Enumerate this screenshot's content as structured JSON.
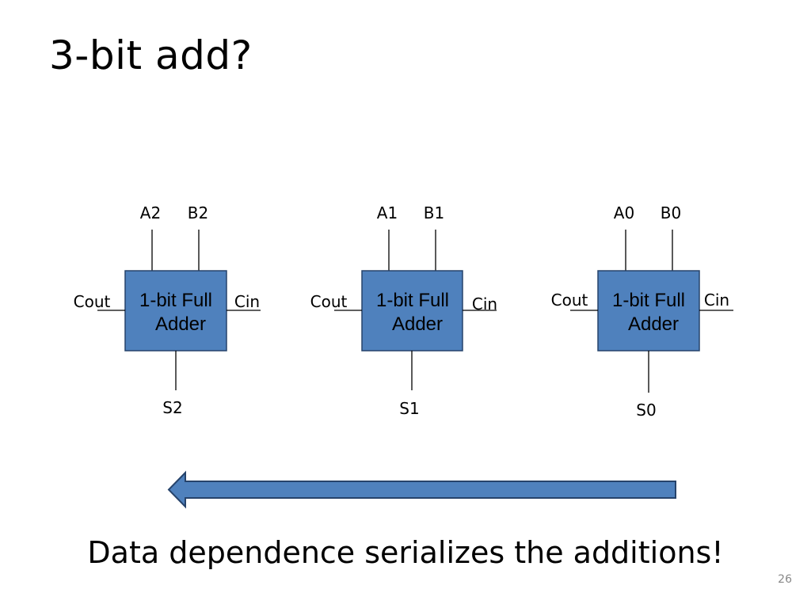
{
  "slide": {
    "title": "3-bit add?",
    "caption": "Data dependence serializes the additions!",
    "slide_number": "26"
  },
  "colors": {
    "block_fill": "#4F81BD",
    "block_stroke": "#26436B",
    "wire": "#000000"
  },
  "adders": [
    {
      "id": "bit2",
      "label_line1": "1-bit Full",
      "label_line2": "Adder",
      "input_a": "A2",
      "input_b": "B2",
      "carry_out": "Cout",
      "carry_in": "Cin",
      "sum": "S2"
    },
    {
      "id": "bit1",
      "label_line1": "1-bit Full",
      "label_line2": "Adder",
      "input_a": "A1",
      "input_b": "B1",
      "carry_out": "Cout",
      "carry_in": "Cin",
      "sum": "S1"
    },
    {
      "id": "bit0",
      "label_line1": "1-bit Full",
      "label_line2": "Adder",
      "input_a": "A0",
      "input_b": "B0",
      "carry_out": "Cout",
      "carry_in": "Cin",
      "sum": "S0"
    }
  ],
  "arrow": {
    "direction": "left"
  }
}
